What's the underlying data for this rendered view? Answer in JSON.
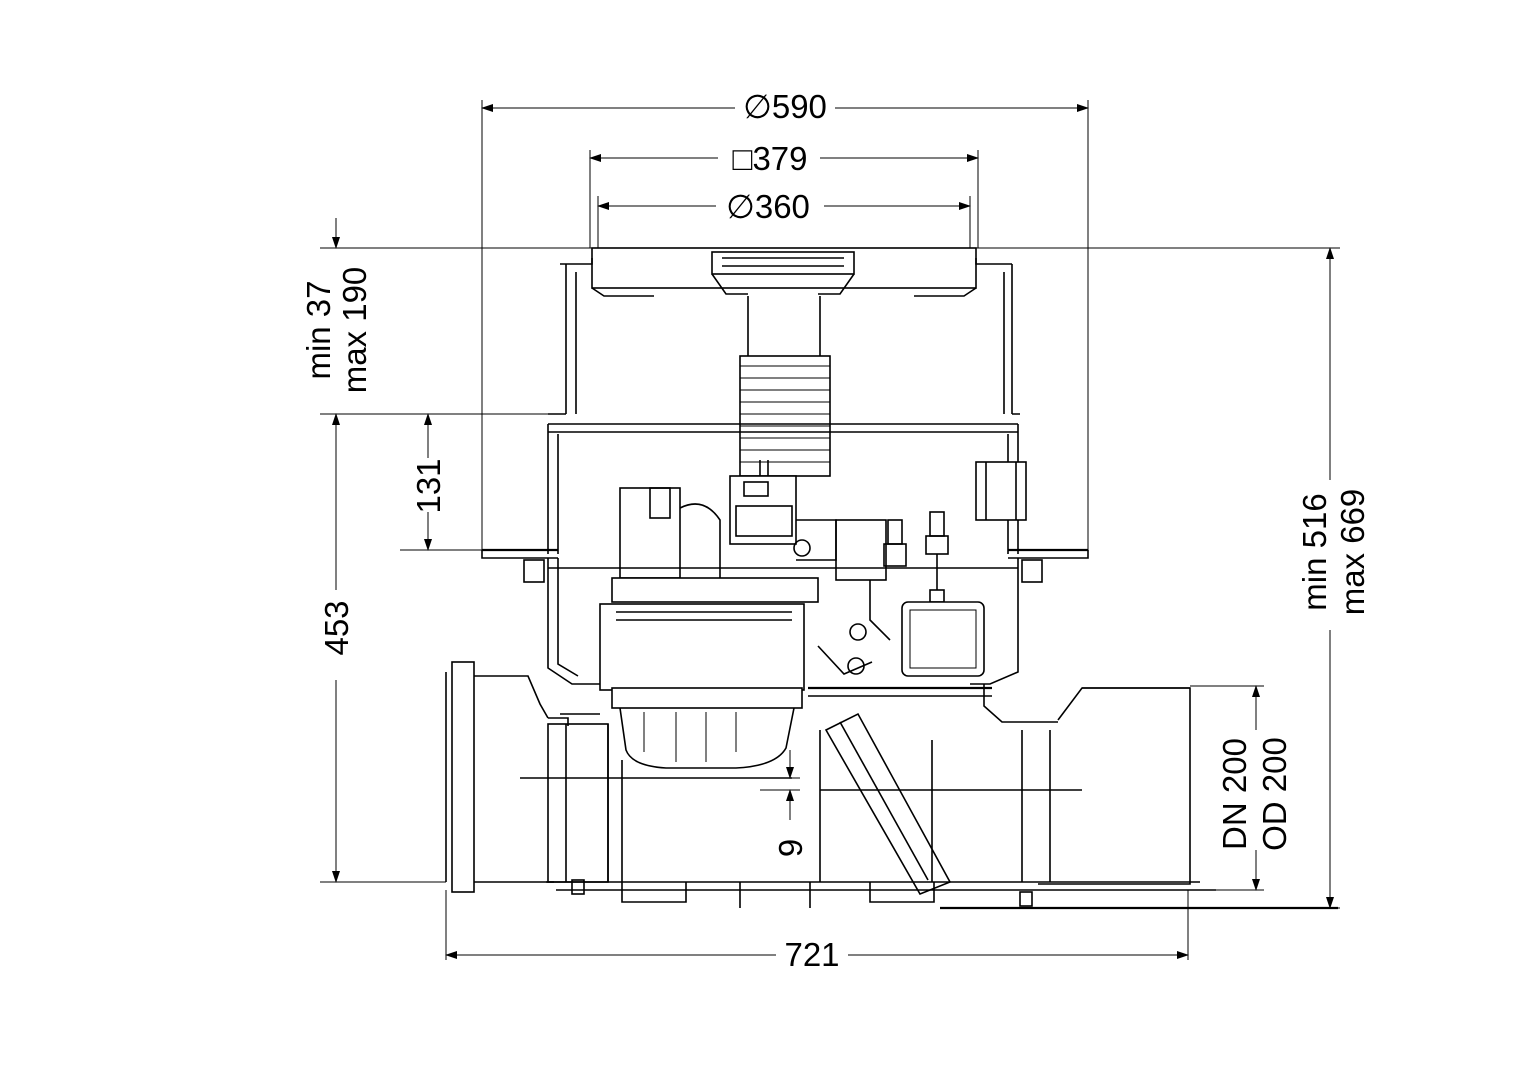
{
  "dimensions": {
    "outer_diameter": {
      "symbol": "∅",
      "value": "590"
    },
    "square_frame": {
      "symbol": "□",
      "value": "379"
    },
    "grate_diameter": {
      "symbol": "∅",
      "value": "360"
    },
    "cover_depth_min": "min 37",
    "cover_depth_max": "max 190",
    "upper_height": "131",
    "body_height": "453",
    "water_seal": "9",
    "total_height_min": "min 516",
    "total_height_max": "max 669",
    "pipe_dn": "DN 200",
    "pipe_od": "OD 200",
    "total_length": "721"
  },
  "colors": {
    "line": "#000000",
    "background": "#ffffff"
  }
}
